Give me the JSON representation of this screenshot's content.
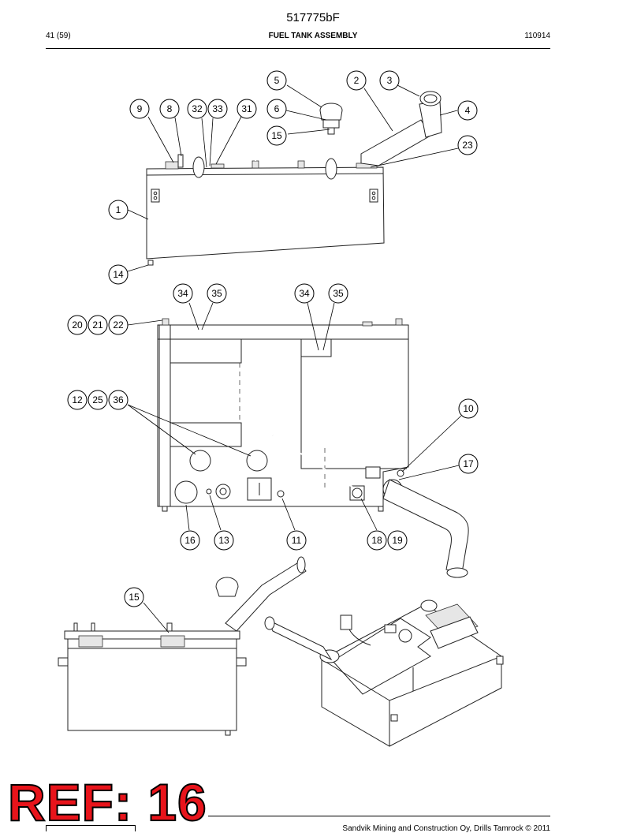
{
  "header": {
    "doc_number": "517775bF",
    "page": "41 (59)",
    "title": "FUEL TANK ASSEMBLY",
    "date": "110914"
  },
  "callouts": [
    {
      "label": "5"
    },
    {
      "label": "2"
    },
    {
      "label": "3"
    },
    {
      "label": "9"
    },
    {
      "label": "8"
    },
    {
      "label": "32"
    },
    {
      "label": "33"
    },
    {
      "label": "31"
    },
    {
      "label": "6"
    },
    {
      "label": "4"
    },
    {
      "label": "15"
    },
    {
      "label": "23"
    },
    {
      "label": "1"
    },
    {
      "label": "14"
    },
    {
      "label": "34"
    },
    {
      "label": "35"
    },
    {
      "label": "34"
    },
    {
      "label": "35"
    },
    {
      "label": "20"
    },
    {
      "label": "21"
    },
    {
      "label": "22"
    },
    {
      "label": "12"
    },
    {
      "label": "25"
    },
    {
      "label": "36"
    },
    {
      "label": "10"
    },
    {
      "label": "17"
    },
    {
      "label": "16"
    },
    {
      "label": "13"
    },
    {
      "label": "11"
    },
    {
      "label": "18"
    },
    {
      "label": "19"
    },
    {
      "label": "15"
    }
  ],
  "stamp": {
    "text": "REF: 16"
  },
  "footer": {
    "copyright": "Sandvik Mining and Construction Oy, Drills Tamrock © 2011"
  }
}
